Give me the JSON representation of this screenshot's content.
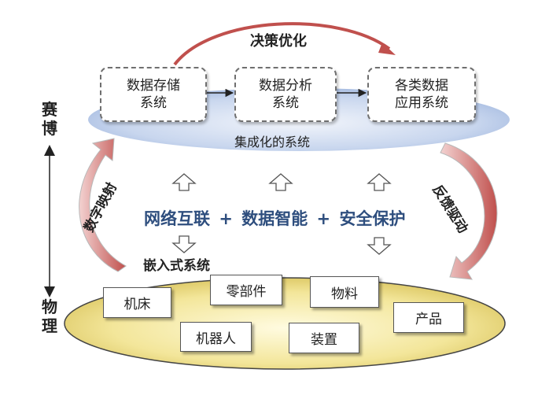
{
  "top": {
    "decision_label": "决策优化",
    "integrated_label": "集成化的系统",
    "boxes": [
      {
        "line1": "数据存储",
        "line2": "系统"
      },
      {
        "line1": "数据分析",
        "line2": "系统"
      },
      {
        "line1": "各类数据",
        "line2": "应用系统"
      }
    ]
  },
  "side": {
    "cyber": [
      "赛",
      "博"
    ],
    "physical": [
      "物",
      "理"
    ],
    "left_arrow_label": "数字映射",
    "right_arrow_label": "反馈驱动"
  },
  "middle": {
    "part1": "网络互联",
    "plus1": "+",
    "part2": "数据智能",
    "plus2": "+",
    "part3": "安全保护",
    "embedded_label": "嵌入式系统"
  },
  "bottom": {
    "items": [
      "机床",
      "零部件",
      "物料",
      "产品",
      "机器人",
      "装置"
    ]
  },
  "colors": {
    "top_ellipse": "#c8d6ee",
    "bottom_ellipse": "#f2e69a",
    "arrow_red": "#c0504d",
    "middle_text": "#2e4e7e"
  }
}
